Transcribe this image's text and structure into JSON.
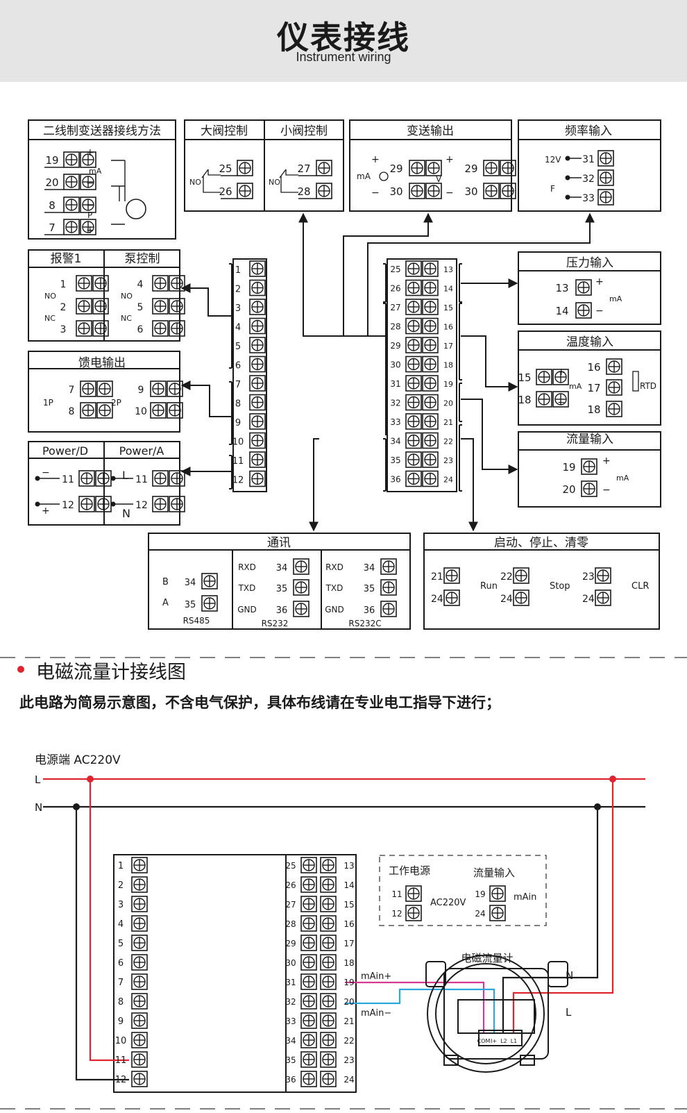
{
  "header": {
    "title": "仪表接线",
    "subtitle": "Instrument wiring"
  },
  "colors": {
    "banner_bg": "#e5e5e5",
    "line": "#1a1a1a",
    "live_wire": "#e0242f",
    "cyan_wire": "#2aa7dc",
    "magenta_wire": "#d6388f"
  },
  "wiring": {
    "two_wire": {
      "title": "二线制变送器接线方法",
      "terms": [
        "19",
        "20",
        "8",
        "7"
      ],
      "plus": "+",
      "minus": "−",
      "ma": "mA",
      "p": "P"
    },
    "valve": {
      "big_title": "大阀控制",
      "small_title": "小阀控制",
      "big_terms": [
        "25",
        "26"
      ],
      "small_terms": [
        "27",
        "28"
      ],
      "no": "NO"
    },
    "trans_out": {
      "title": "变送输出",
      "ma": "mA",
      "v": "V",
      "terms": [
        "29",
        "30"
      ]
    },
    "freq_in": {
      "title": "频率输入",
      "v12": "12V",
      "f": "F",
      "terms": [
        "31",
        "32",
        "33"
      ]
    },
    "alarm": {
      "title": "报警1",
      "terms": [
        "1",
        "2",
        "3"
      ]
    },
    "pump": {
      "title": "泵控制",
      "terms": [
        "4",
        "5",
        "6"
      ]
    },
    "no": "NO",
    "nc": "NC",
    "feed": {
      "title": "馈电输出",
      "terms1": [
        "7",
        "8"
      ],
      "terms2": [
        "9",
        "10"
      ],
      "p1": "1P",
      "p2": "2P"
    },
    "power_d": {
      "title": "Power/D",
      "terms": [
        "11",
        "12"
      ]
    },
    "power_a": {
      "title": "Power/A",
      "terms": [
        "11",
        "12"
      ],
      "l": "L",
      "n": "N"
    },
    "pressure": {
      "title": "压力输入",
      "terms": [
        "13",
        "14"
      ]
    },
    "temp": {
      "title": "温度输入",
      "terms_a": [
        "15",
        "18"
      ],
      "terms_b": [
        "16",
        "17",
        "18"
      ],
      "rtd": "RTD"
    },
    "flow": {
      "title": "流量输入",
      "terms": [
        "19",
        "20"
      ]
    },
    "comm": {
      "title": "通讯",
      "b": "B",
      "a": "A",
      "rs485": "RS485",
      "rs232": "RS232",
      "rs232c": "RS232C",
      "rxd": "RXD",
      "txd": "TXD",
      "gnd": "GND",
      "t485": [
        "34",
        "35"
      ],
      "t232": [
        "34",
        "35",
        "36"
      ]
    },
    "ssc": {
      "title": "启动、停止、清零",
      "run": "Run",
      "stop": "Stop",
      "clr": "CLR",
      "pairs": [
        [
          "21",
          "24"
        ],
        [
          "22",
          "24"
        ],
        [
          "23",
          "24"
        ]
      ]
    },
    "meter_left": [
      "1",
      "2",
      "3",
      "4",
      "5",
      "6",
      "7",
      "8",
      "9",
      "10",
      "11",
      "12"
    ],
    "meter_right_a": [
      "25",
      "26",
      "27",
      "28",
      "29",
      "30",
      "31",
      "32",
      "33",
      "34",
      "35",
      "36"
    ],
    "meter_right_b": [
      "13",
      "14",
      "15",
      "16",
      "17",
      "18",
      "19",
      "20",
      "21",
      "22",
      "23",
      "24"
    ]
  },
  "em": {
    "title": "电磁流量计接线图",
    "note": "此电路为简易示意图，不含电气保护，具体布线请在专业电工指导下进行；",
    "power_label": "电源端  AC220V",
    "L": "L",
    "N": "N",
    "legend_power": "工作电源",
    "legend_flow": "流量输入",
    "ac": "AC220V",
    "main": "mAin",
    "meter_title": "电磁流量计",
    "main_plus": "mAin+",
    "main_minus": "mAin−",
    "terminals": [
      "COM",
      "I+",
      "L2",
      "L1"
    ]
  }
}
